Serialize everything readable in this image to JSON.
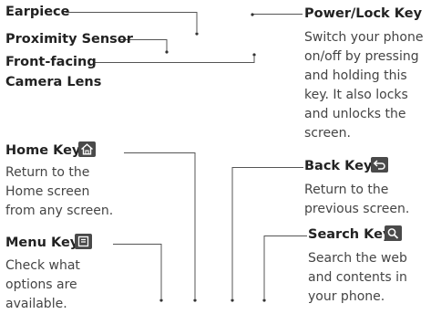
{
  "labels": {
    "earpiece": "Earpiece",
    "proximity_sensor": "Proximity Sensor",
    "front_camera_line1": "Front-facing",
    "front_camera_line2": "Camera Lens",
    "power_lock": {
      "title": "Power/Lock Key",
      "desc": [
        "Switch your phone",
        "on/off by pressing",
        "and holding this",
        "key. It also locks",
        "and unlocks the",
        "screen."
      ]
    },
    "home": {
      "title": "Home Key",
      "icon": "home-icon",
      "desc": [
        "Return to the",
        "Home screen",
        "from any screen."
      ]
    },
    "back": {
      "title": "Back Key",
      "icon": "back-arrow-icon",
      "desc": [
        "Return to the",
        "previous screen."
      ]
    },
    "menu": {
      "title": "Menu Key",
      "icon": "menu-icon",
      "desc": [
        "Check what",
        "options are",
        "available."
      ]
    },
    "search": {
      "title": "Search Key",
      "icon": "search-icon",
      "desc": [
        "Search the web",
        "and contents in",
        "your phone."
      ]
    }
  },
  "colors": {
    "text": "#444444",
    "heading": "#222222",
    "line": "#555555",
    "icon_bg": "#4a4a4a"
  }
}
